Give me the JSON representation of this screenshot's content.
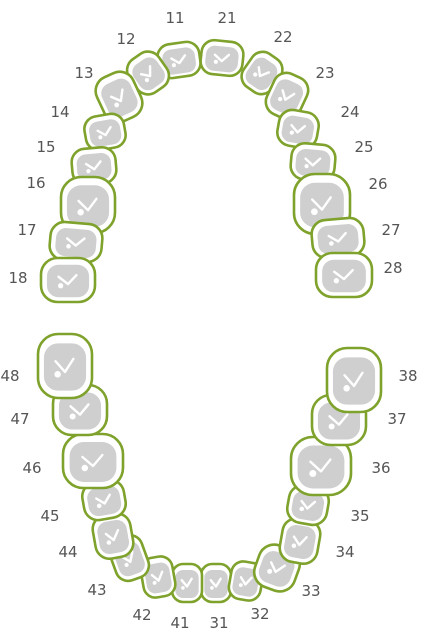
{
  "diagram": {
    "colors": {
      "outline": "#7ea22b",
      "fill": "#ffffff",
      "shade": "#cfcfcf",
      "label": "#555555"
    },
    "upper_arch": {
      "teeth": [
        {
          "number": "11",
          "label": "11"
        },
        {
          "number": "12",
          "label": "12"
        },
        {
          "number": "13",
          "label": "13"
        },
        {
          "number": "14",
          "label": "14"
        },
        {
          "number": "15",
          "label": "15"
        },
        {
          "number": "16",
          "label": "16"
        },
        {
          "number": "17",
          "label": "17"
        },
        {
          "number": "18",
          "label": "18"
        },
        {
          "number": "21",
          "label": "21"
        },
        {
          "number": "22",
          "label": "22"
        },
        {
          "number": "23",
          "label": "23"
        },
        {
          "number": "24",
          "label": "24"
        },
        {
          "number": "25",
          "label": "25"
        },
        {
          "number": "26",
          "label": "26"
        },
        {
          "number": "27",
          "label": "27"
        },
        {
          "number": "28",
          "label": "28"
        }
      ]
    },
    "lower_arch": {
      "teeth": [
        {
          "number": "31",
          "label": "31"
        },
        {
          "number": "32",
          "label": "32"
        },
        {
          "number": "33",
          "label": "33"
        },
        {
          "number": "34",
          "label": "34"
        },
        {
          "number": "35",
          "label": "35"
        },
        {
          "number": "36",
          "label": "36"
        },
        {
          "number": "37",
          "label": "37"
        },
        {
          "number": "38",
          "label": "38"
        },
        {
          "number": "41",
          "label": "41"
        },
        {
          "number": "42",
          "label": "42"
        },
        {
          "number": "43",
          "label": "43"
        },
        {
          "number": "44",
          "label": "44"
        },
        {
          "number": "45",
          "label": "45"
        },
        {
          "number": "46",
          "label": "46"
        },
        {
          "number": "47",
          "label": "47"
        },
        {
          "number": "48",
          "label": "48"
        }
      ]
    }
  }
}
